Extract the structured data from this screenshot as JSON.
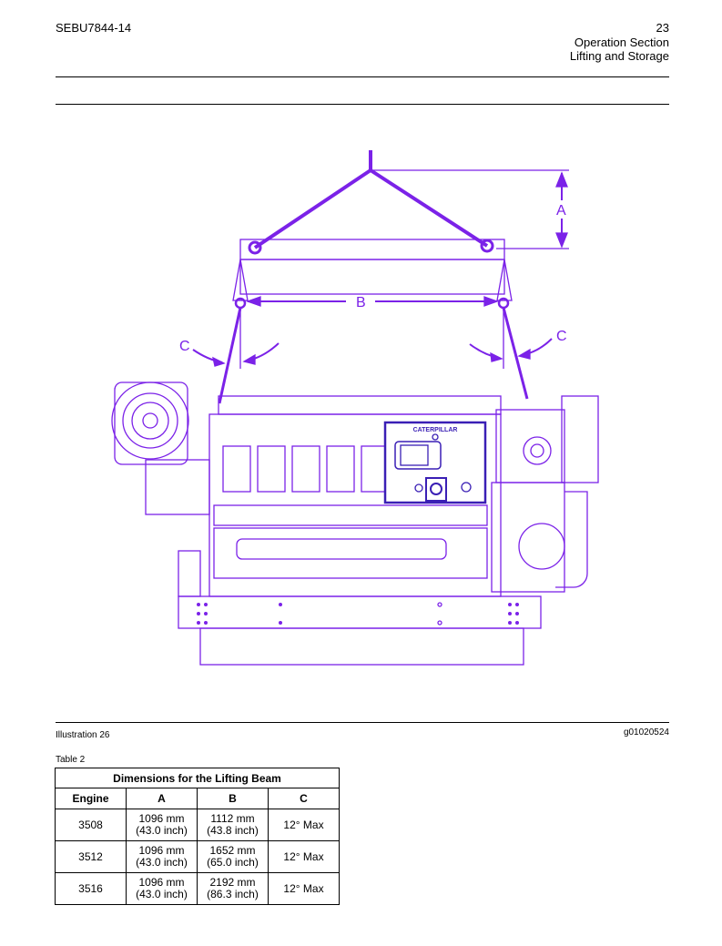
{
  "header": {
    "doc_id": "SEBU7844-14",
    "page_number": "23",
    "section": "Operation Section",
    "subsection": "Lifting and Storage"
  },
  "illustration": {
    "labels": {
      "a": "A",
      "b": "B",
      "c_left": "C",
      "c_right": "C"
    },
    "panel_brand": "CATERPILLAR",
    "caption": "Illustration 26",
    "graphic_id": "g01020524",
    "colors": {
      "line": "#7b22e8",
      "panel": "#3a1fb5"
    }
  },
  "table": {
    "label": "Table 2",
    "title": "Dimensions for the Lifting Beam",
    "columns": [
      "Engine",
      "A",
      "B",
      "C"
    ],
    "rows": [
      {
        "engine": "3508",
        "a_mm": "1096 mm",
        "a_in": "(43.0 inch)",
        "b_mm": "1112 mm",
        "b_in": "(43.8 inch)",
        "c": "12° Max"
      },
      {
        "engine": "3512",
        "a_mm": "1096 mm",
        "a_in": "(43.0 inch)",
        "b_mm": "1652 mm",
        "b_in": "(65.0 inch)",
        "c": "12° Max"
      },
      {
        "engine": "3516",
        "a_mm": "1096 mm",
        "a_in": "(43.0 inch)",
        "b_mm": "2192 mm",
        "b_in": "(86.3 inch)",
        "c": "12° Max"
      }
    ]
  }
}
